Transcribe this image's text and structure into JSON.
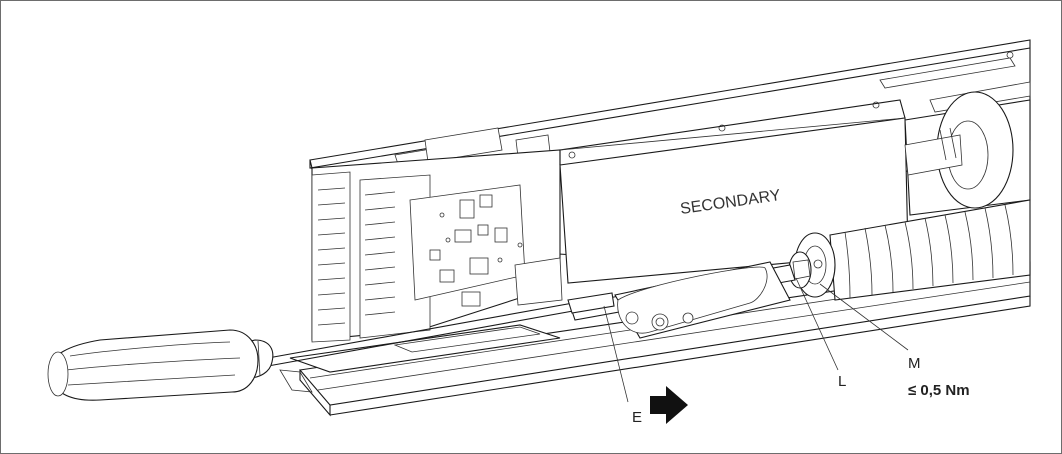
{
  "labels": {
    "secondary": "SECONDARY",
    "e": "E",
    "l": "L",
    "m": "M",
    "torque": "≤ 0,5 Nm"
  },
  "colors": {
    "line": "#1a1a1a",
    "frame": "#6d6d6d",
    "background": "#ffffff",
    "arrow": "#111111"
  },
  "icons": {
    "direction_arrow": "arrow-right-icon",
    "tool": "screwdriver-icon"
  }
}
